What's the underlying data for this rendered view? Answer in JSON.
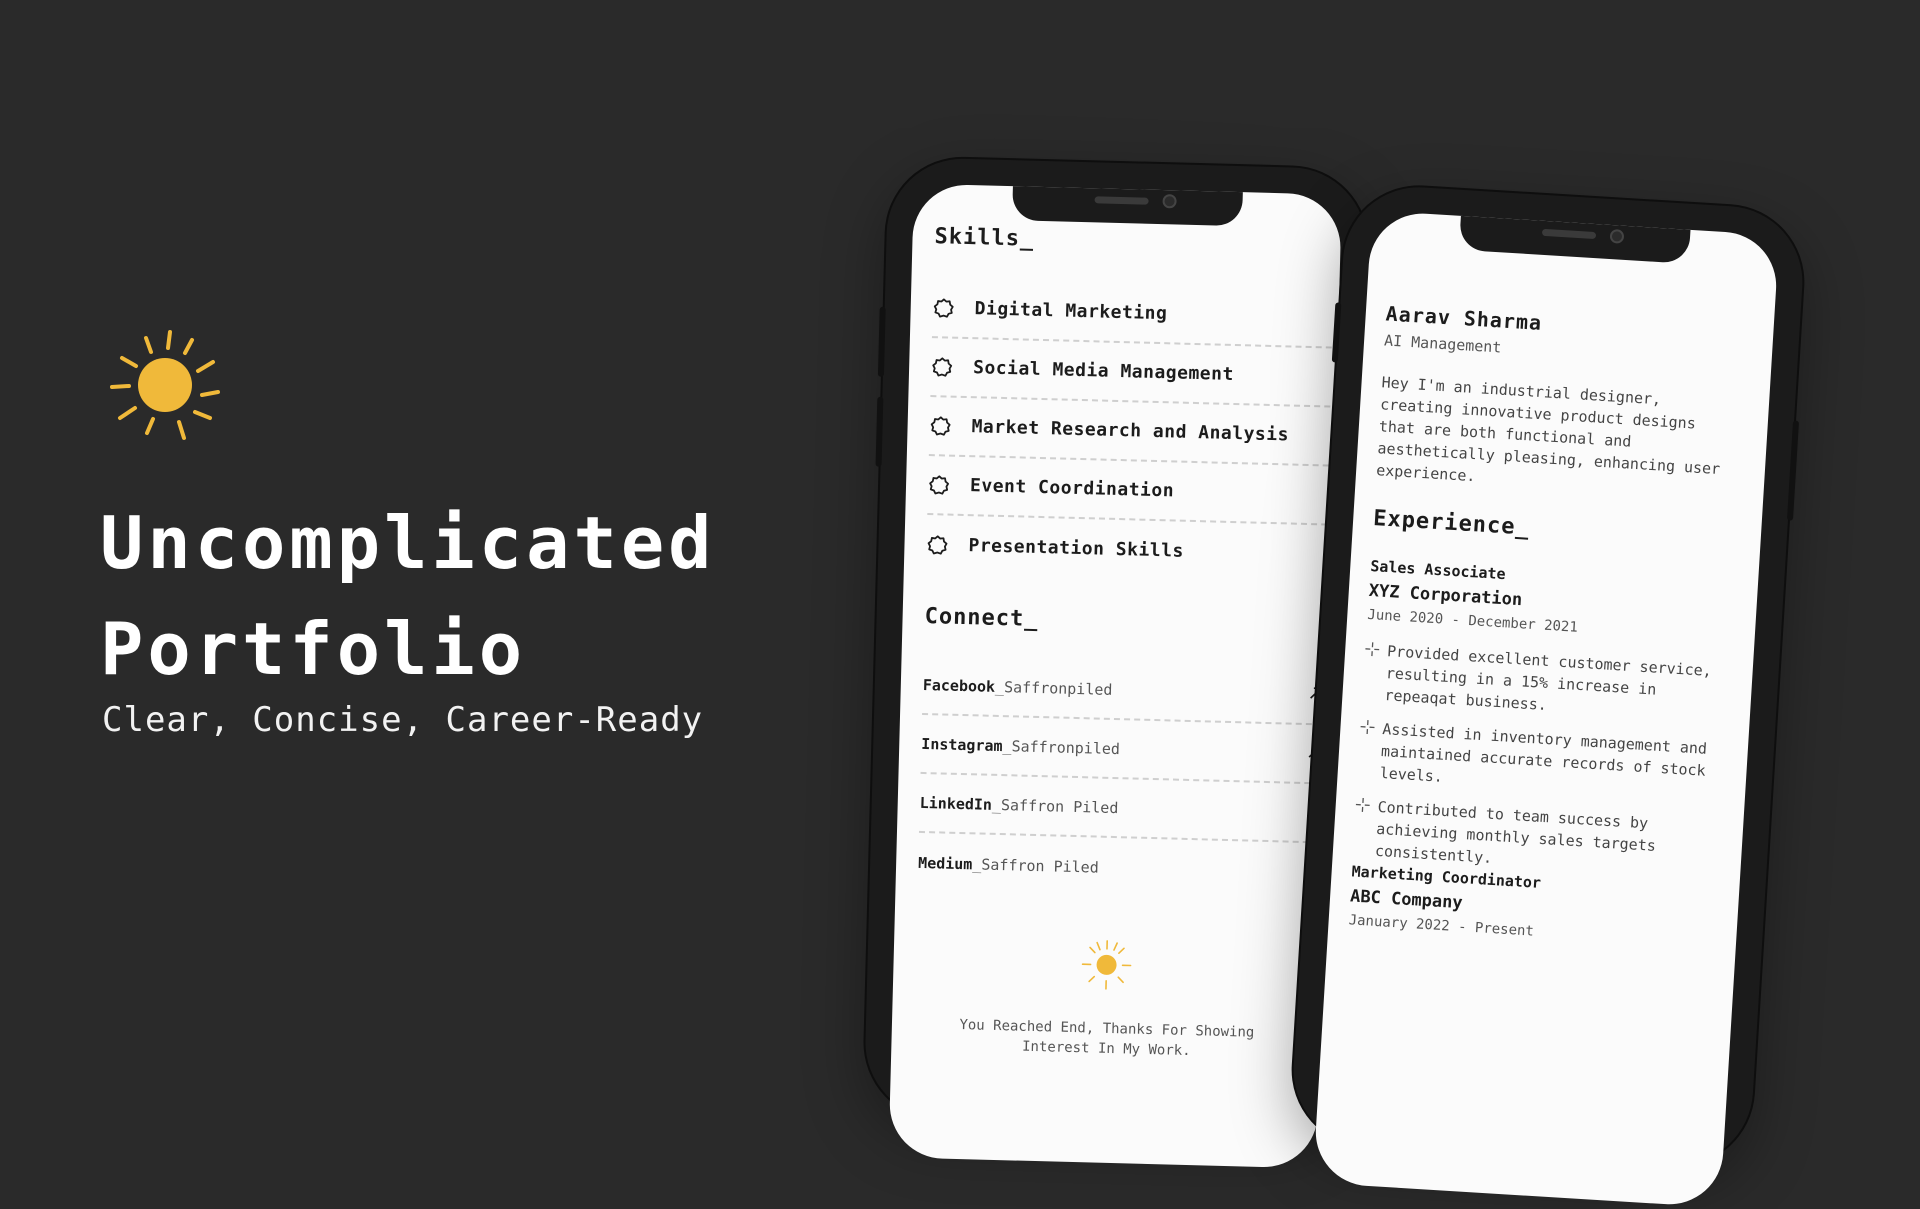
{
  "hero": {
    "title_line1": "Uncomplicated",
    "title_line2": "Portfolio",
    "subtitle": "Clear, Concise, Career-Ready",
    "icon": "sun-icon",
    "accent_color": "#f0b93a"
  },
  "left_phone": {
    "skills_heading": "Skills_",
    "skills": [
      {
        "label": "Digital Marketing",
        "icon": "badge-icon"
      },
      {
        "label": "Social Media Management",
        "icon": "badge-icon"
      },
      {
        "label": "Market Research and Analysis",
        "icon": "badge-icon"
      },
      {
        "label": "Event Coordination",
        "icon": "badge-icon"
      },
      {
        "label": "Presentation Skills",
        "icon": "badge-icon"
      }
    ],
    "connect_heading": "Connect_",
    "connect": [
      {
        "platform": "Facebook",
        "handle": "_Saffronpiled",
        "icon": "arrow-up-right-icon"
      },
      {
        "platform": "Instagram",
        "handle": "_Saffronpiled",
        "icon": "arrow-up-right-icon"
      },
      {
        "platform": "LinkedIn",
        "handle": "_Saffron Piled",
        "icon": "arrow-up-right-icon"
      },
      {
        "platform": "Medium",
        "handle": "_Saffron Piled",
        "icon": "arrow-up-right-icon"
      }
    ],
    "footer_icon": "sun-icon",
    "footer_text": "You Reached End, Thanks For Showing Interest In My Work."
  },
  "right_phone": {
    "name": "Aarav Sharma",
    "role": "AI Management",
    "bio": "Hey I'm an industrial designer, creating innovative product designs that are both functional and aesthetically pleasing, enhancing user experience.",
    "experience_heading": "Experience_",
    "jobs": [
      {
        "title": "Sales Associate",
        "company": "XYZ Corporation",
        "dates": "June 2020 - December 2021",
        "duties": [
          "Provided excellent customer service, resulting in a 15% increase in repeaqat business.",
          "Assisted in inventory management and maintained accurate records of stock levels.",
          "Contributed to team success by achieving monthly sales targets consistently."
        ]
      },
      {
        "title": "Marketing Coordinator",
        "company": "ABC Company",
        "dates": "January 2022 - Present",
        "duties": []
      }
    ]
  }
}
